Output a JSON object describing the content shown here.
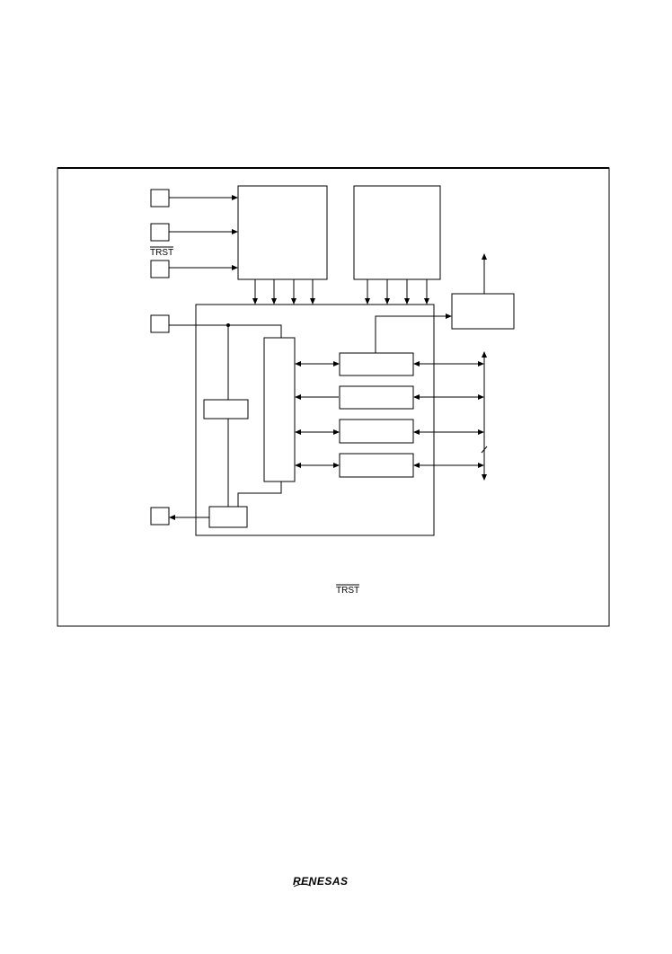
{
  "diagram": {
    "labels": {
      "trst_pin": "TRST",
      "trst_note": "TRST"
    },
    "colors": {
      "line": "#000000",
      "background": "#ffffff"
    }
  },
  "footer": {
    "logo_text": "RENESAS"
  }
}
